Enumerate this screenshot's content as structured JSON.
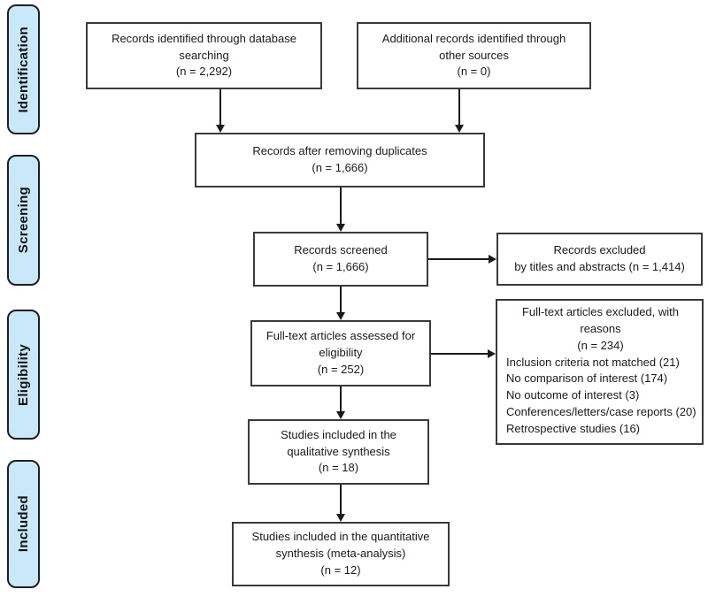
{
  "stages": [
    {
      "label": "Identification"
    },
    {
      "label": "Screening"
    },
    {
      "label": "Eligibility"
    },
    {
      "label": "Included"
    }
  ],
  "boxes": {
    "database": {
      "text": "Records identified through database\nsearching\n(n = 2,292)"
    },
    "additional": {
      "text": "Additional records identified through\nother sources\n(n = 0)"
    },
    "dedup": {
      "text": "Records after removing duplicates\n(n = 1,666)"
    },
    "screened": {
      "text": "Records screened\n(n = 1,666)"
    },
    "excluded_titles": {
      "text": "Records excluded\nby titles and abstracts (n = 1,414)"
    },
    "fulltext": {
      "text": "Full-text articles assessed for\neligibility\n(n = 252)"
    },
    "fulltext_excluded": {
      "heading": "Full-text articles excluded, with\nreasons\n(n = 234)",
      "reasons": [
        "Inclusion criteria not matched (21)",
        "No comparison of interest (174)",
        "No outcome of interest (3)",
        "Conferences/letters/case reports (20)",
        "Retrospective studies (16)"
      ]
    },
    "qualitative": {
      "text": "Studies included in the\nqualitative synthesis\n(n = 18)"
    },
    "quantitative": {
      "text": "Studies included in the quantitative\nsynthesis (meta-analysis)\n(n = 12)"
    }
  },
  "colors": {
    "stage_fill": "#c9e8f9",
    "stage_border": "#1f1f1f",
    "box_border": "#3a3a3a",
    "arrow": "#1a1a1a",
    "background": "#ffffff"
  }
}
